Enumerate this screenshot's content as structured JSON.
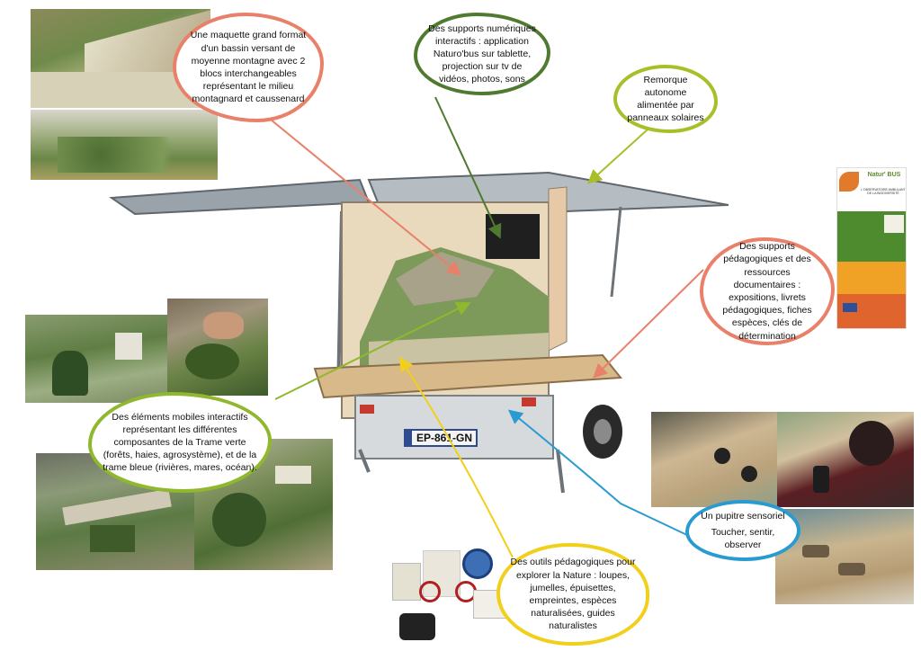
{
  "colors": {
    "salmon": "#e9806a",
    "dark_green": "#4f7a2f",
    "lime": "#a8bf2a",
    "olive": "#8fb82e",
    "blue": "#2a9bd0",
    "yellow": "#f2cf1a"
  },
  "bubbles": {
    "maquette": "Une maquette grand format d'un bassin versant de moyenne montagne avec 2 blocs interchangeables représentant le milieu montagnard et caussenard",
    "numerique": "Des supports numériques interactifs : application Naturo'bus sur tablette, projection sur tv de vidéos, photos, sons",
    "remorque": "Remorque autonome alimentée par panneaux solaires",
    "pedagogiques": "Des supports pédagogiques et des ressources documentaires : expositions, livrets pédagogiques, fiches espèces, clés de détermination",
    "mobiles": "Des éléments mobiles interactifs représentant les différentes composantes de la Trame verte (forêts, haies, agrosystème), et de la trame bleue (rivières, mares, océan).",
    "sensoriel_title": "Un pupitre sensoriel",
    "sensoriel_text": "Toucher, sentir, observer",
    "outils": "Des outils pédagogiques pour explorer la Nature : loupes, jumelles, épuisettes, empreintes, espèces naturalisées, guides naturalistes"
  },
  "trailer": {
    "plate": "EP-861-GN"
  },
  "brochure": {
    "logo": "Natur' BUS",
    "subtitle": "L'OBSERVATOIRE AMBULANT DE LA BIODIVERSITÉ"
  }
}
